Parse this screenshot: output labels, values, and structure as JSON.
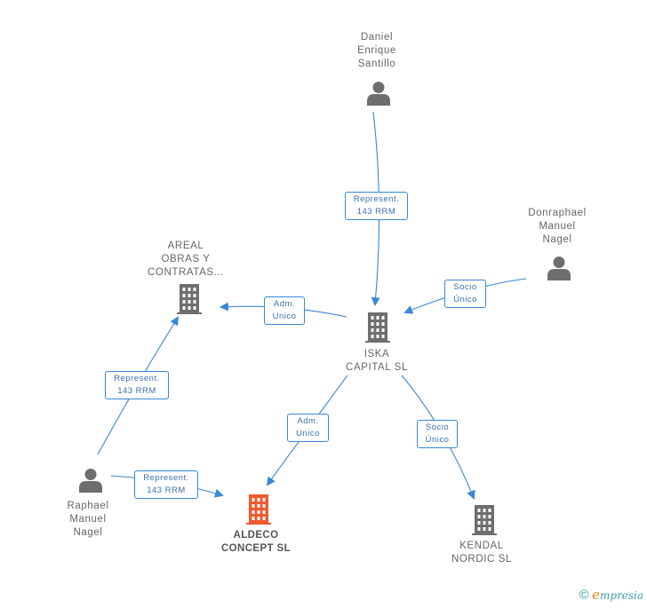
{
  "colors": {
    "edge": "#3a87d6",
    "building": "#6e6e6e",
    "focus_building": "#ee5a2f",
    "person": "#6e6e6e"
  },
  "nodes": {
    "daniel": {
      "label": "Daniel\nEnrique\nSantillo",
      "icon": "person-icon"
    },
    "donraphael": {
      "label": "Donraphael\nManuel\nNagel",
      "icon": "person-icon"
    },
    "areal": {
      "label": "AREAL\nOBRAS Y\nCONTRATAS...",
      "icon": "building-icon"
    },
    "iska": {
      "label": "ISKA\nCAPITAL SL",
      "icon": "building-icon"
    },
    "raphael": {
      "label": "Raphael\nManuel\nNagel",
      "icon": "person-icon"
    },
    "aldeco": {
      "label": "ALDECO\nCONCEPT SL",
      "icon": "building-icon"
    },
    "kendal": {
      "label": "KENDAL\nNORDIC SL",
      "icon": "building-icon"
    }
  },
  "edges": {
    "daniel_iska": "Represent.\n143 RRM",
    "donraphael_iska": "Socio\nÚnico",
    "iska_areal": "Adm.\nUnico",
    "raphael_areal": "Represent.\n143 RRM",
    "raphael_aldeco": "Represent.\n143 RRM",
    "iska_aldeco": "Adm.\nUnico",
    "iska_kendal": "Socio\nÚnico"
  },
  "footer": {
    "copyright": "©",
    "brand_initial": "e",
    "brand_rest": "mpresia"
  }
}
